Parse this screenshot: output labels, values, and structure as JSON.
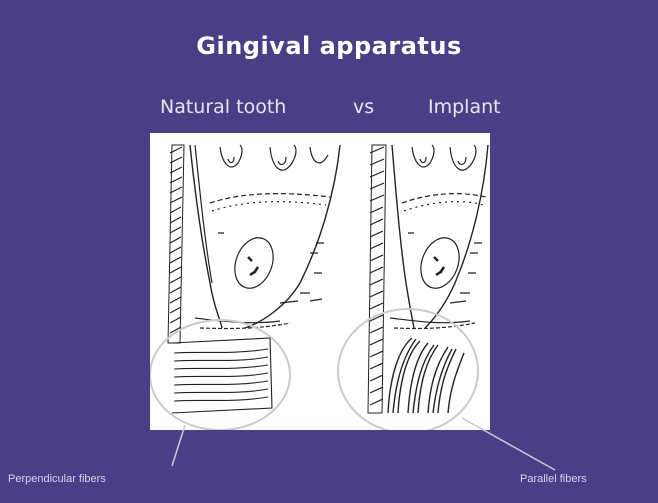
{
  "slide": {
    "title": "Gingival apparatus",
    "subtitle_left": "Natural tooth",
    "subtitle_vs": "vs",
    "subtitle_right": "Implant",
    "caption_left": "Perpendicular fibers",
    "caption_right": "Parallel fibers"
  },
  "colors": {
    "background": "#4a3f86",
    "figure_background": "#ffffff",
    "ink": "#222222",
    "circle": "#c9c9cf"
  }
}
